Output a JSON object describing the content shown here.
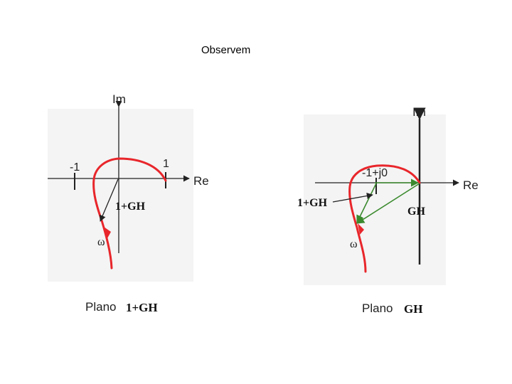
{
  "title": "Observem",
  "left_plot": {
    "axis_im": "Im",
    "axis_re": "Re",
    "tick_neg": "-1",
    "tick_pos": "1",
    "vector_label": "1+GH",
    "omega": "ω",
    "plane_word": "Plano",
    "plane_name": "1+GH"
  },
  "right_plot": {
    "axis_im": "Im",
    "axis_re": "Re",
    "point_label": "-1+j0",
    "vector_label_1gh": "1+GH",
    "vector_label_gh": "GH",
    "omega": "ω",
    "plane_word": "Plano",
    "plane_name": "GH"
  },
  "colors": {
    "curve": "#e8262b",
    "vector_green": "#3b8a2e",
    "panel_bg": "#f4f4f4",
    "axis": "#222222"
  }
}
